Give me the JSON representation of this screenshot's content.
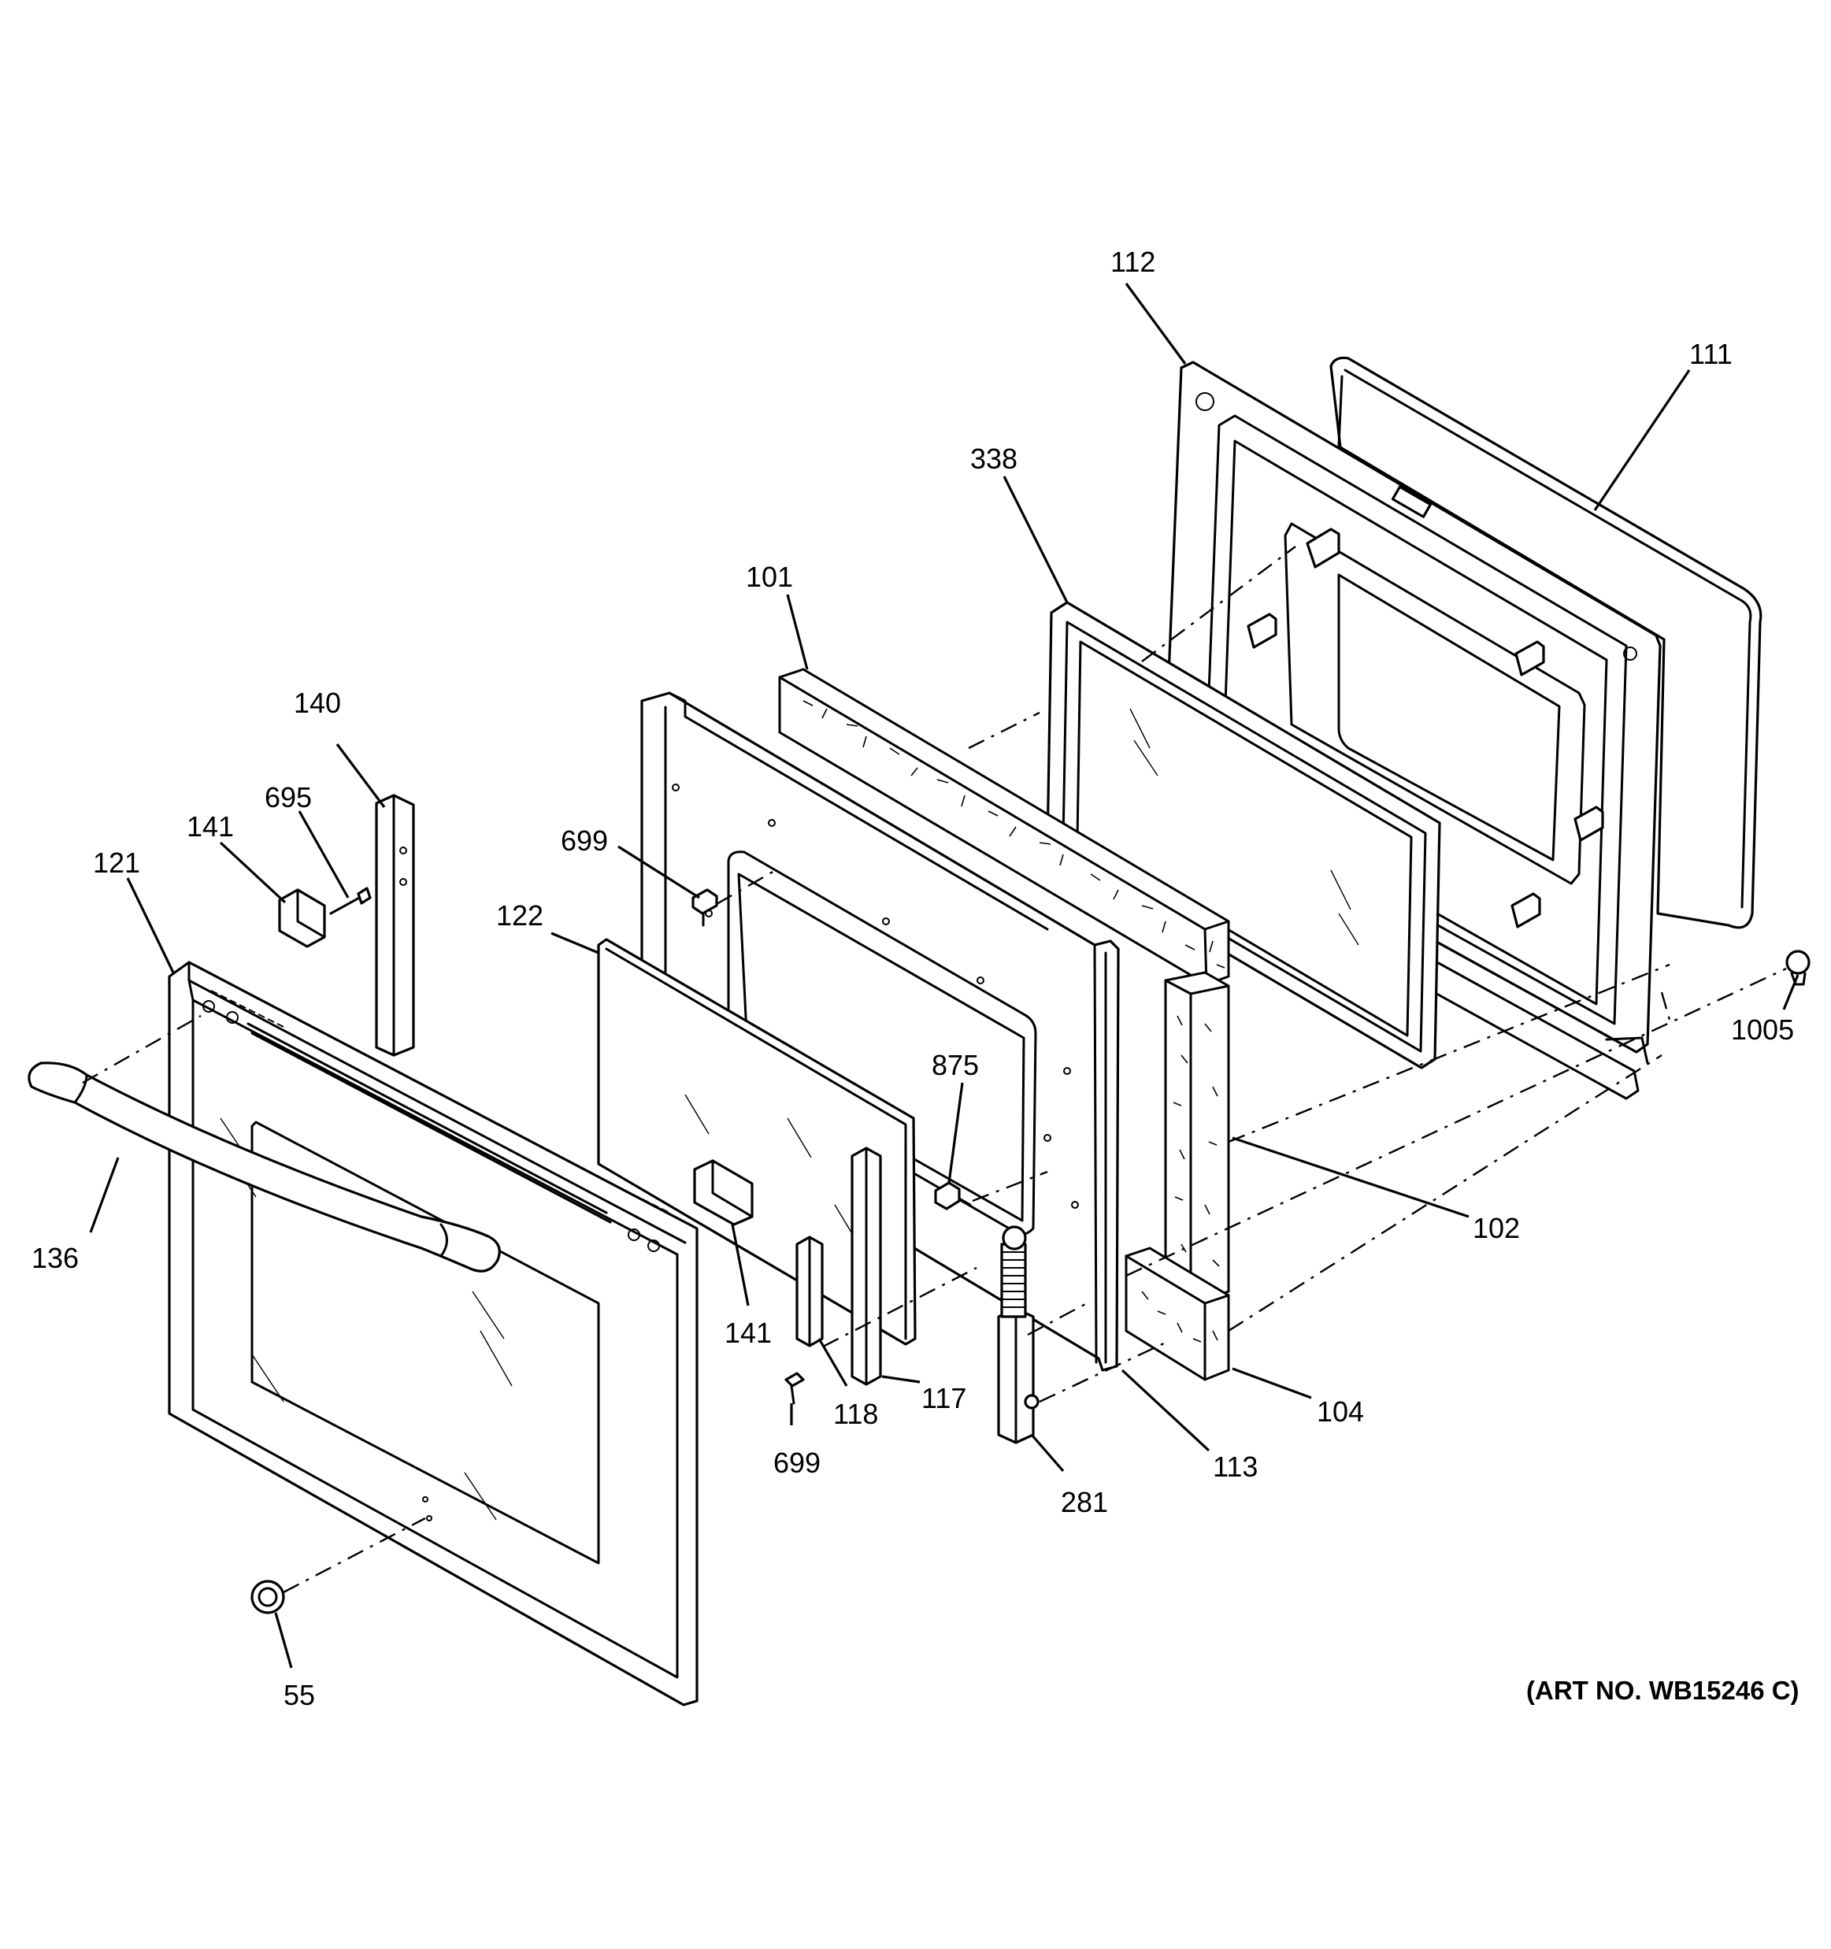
{
  "diagram": {
    "art_number": "(ART NO. WB15246 C)",
    "part_labels": {
      "p112": "112",
      "p111": "111",
      "p338": "338",
      "p101": "101",
      "p140": "140",
      "p695": "695",
      "p141a": "141",
      "p121": "121",
      "p699a": "699",
      "p122": "122",
      "p875": "875",
      "p1005": "1005",
      "p102": "102",
      "p136": "136",
      "p141b": "141",
      "p117": "117",
      "p118": "118",
      "p104": "104",
      "p699b": "699",
      "p113": "113",
      "p281": "281",
      "p55": "55"
    }
  }
}
